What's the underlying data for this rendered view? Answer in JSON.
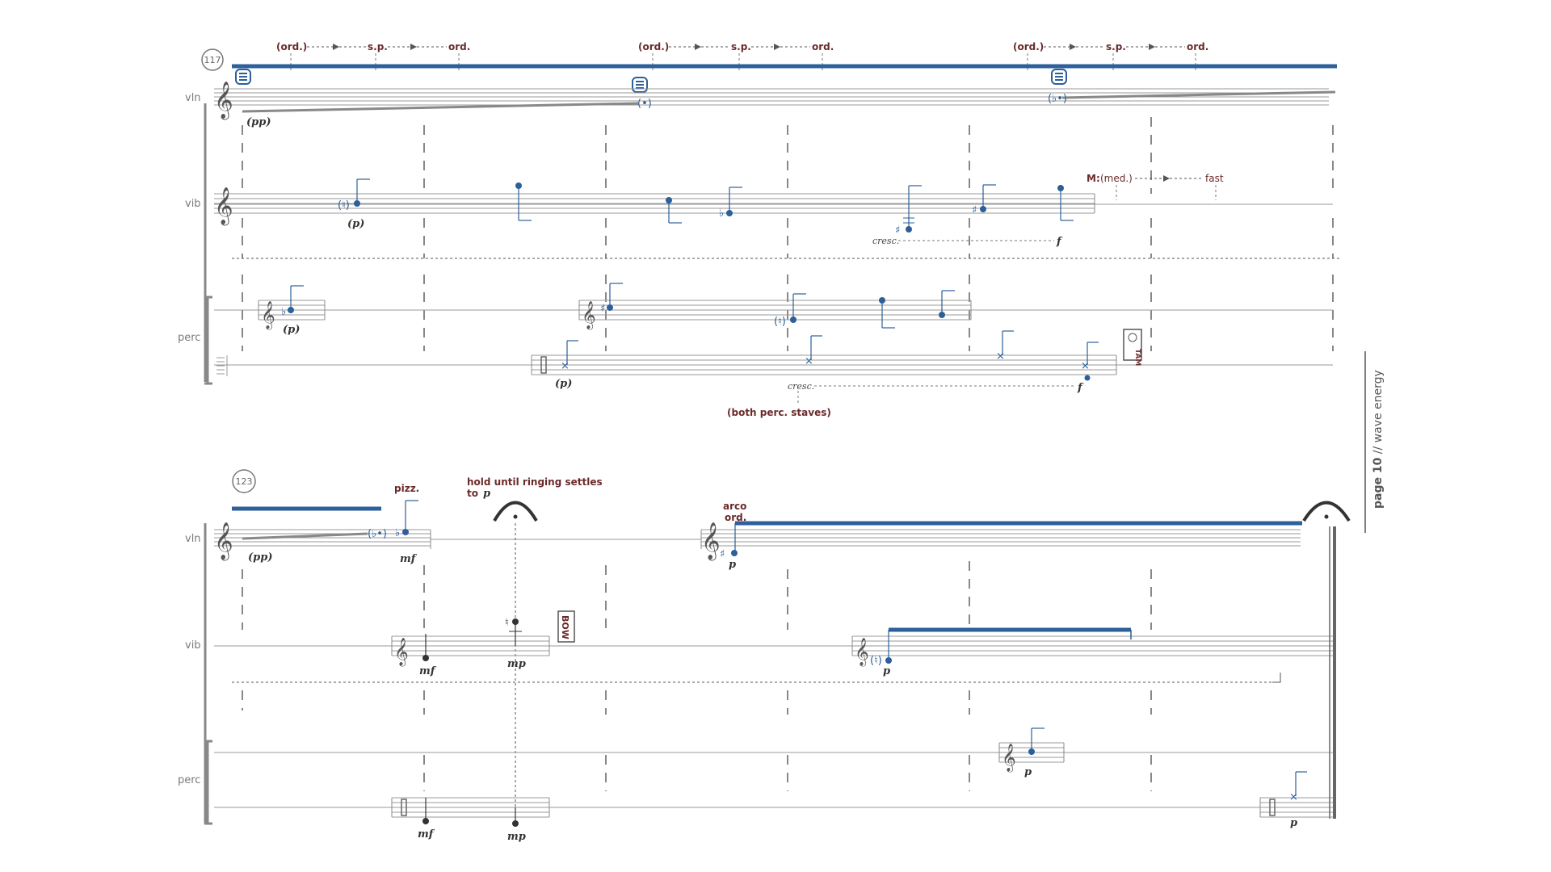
{
  "page": {
    "label_bold": "page 10",
    "label_rest": " // wave energy"
  },
  "system1": {
    "measure_number": "117",
    "instruments": {
      "vln": "vln",
      "vib": "vib",
      "perc": "perc"
    },
    "techniques": [
      {
        "ord1": "(ord.)",
        "sp": "s.p.",
        "ord2": "ord."
      },
      {
        "ord1": "(ord.)",
        "sp": "s.p.",
        "ord2": "ord."
      },
      {
        "ord1": "(ord.)",
        "sp": "s.p.",
        "ord2": "ord."
      }
    ],
    "dynamics": {
      "vln_start": "(pp)",
      "vib_start": "(p)",
      "vib_cresc": "cresc.",
      "vib_f": "f",
      "perc1_start": "(p)",
      "perc2_start": "(p)",
      "perc2_cresc": "cresc.",
      "perc2_f": "f"
    },
    "mallet_change": {
      "label": "M:",
      "from": "(med.)",
      "to": "fast"
    },
    "perc_note": "(both perc. staves)",
    "tam_label": "TAM"
  },
  "system2": {
    "measure_number": "123",
    "instruments": {
      "vln": "vln",
      "vib": "vib",
      "perc": "perc"
    },
    "techniques": {
      "pizz": "pizz.",
      "hold_line1": "hold until ringing settles",
      "hold_line2": "to",
      "hold_dyn": "p",
      "arco": "arco",
      "ord": "ord."
    },
    "dynamics": {
      "vln_pp": "(pp)",
      "vln_mf": "mf",
      "vln_p": "p",
      "vib_mf": "mf",
      "vib_mp": "mp",
      "vib_p": "p",
      "perc1_p": "p",
      "perc2_mf": "mf",
      "perc2_mp": "mp",
      "perc2_p": "p"
    },
    "bow_label": "BOW"
  }
}
